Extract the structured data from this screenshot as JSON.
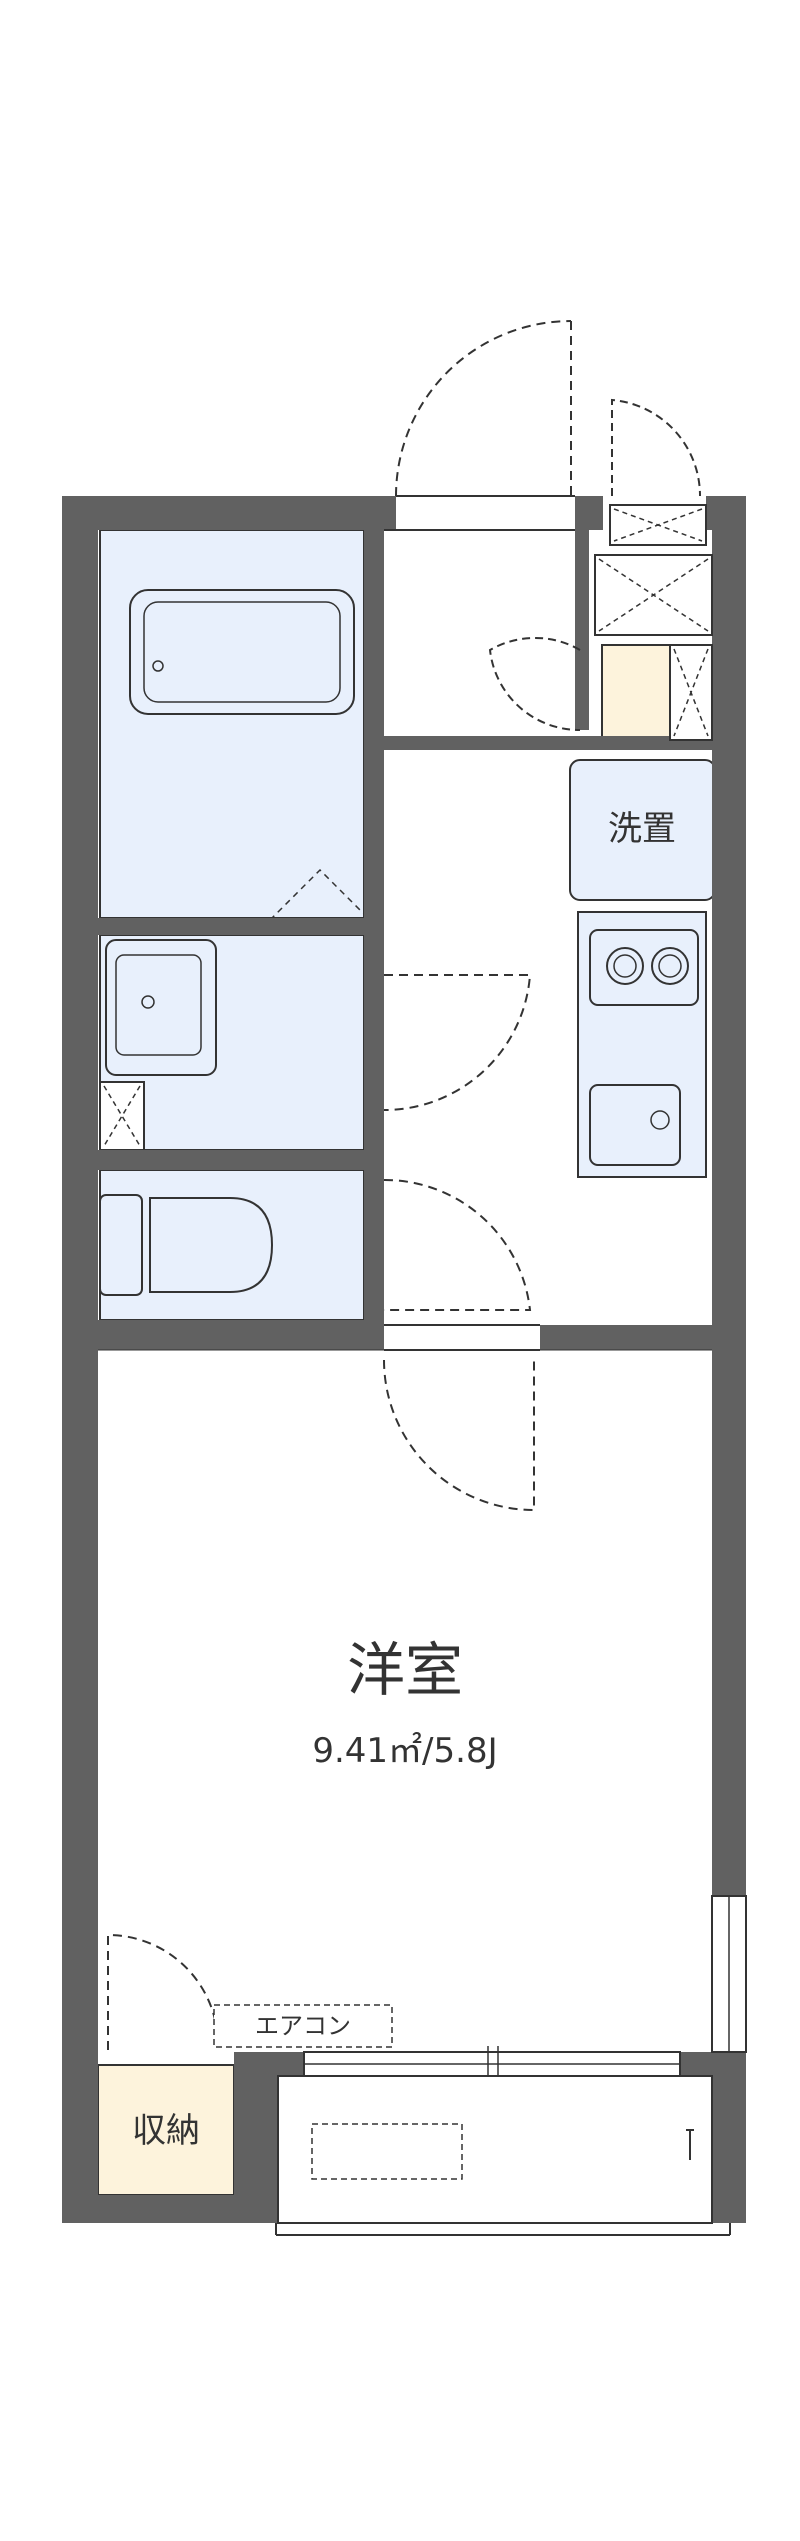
{
  "floorplan": {
    "rooms": {
      "western_room": {
        "label": "洋室",
        "area": "9.41㎡/5.8J"
      },
      "laundry": {
        "label": "洗置"
      },
      "storage": {
        "label": "収納"
      },
      "aircon": {
        "label": "エアコン"
      }
    },
    "colors": {
      "wall": "#616161",
      "wet_area": "#e8f0fc",
      "storage_fill": "#fdf3dc",
      "background": "#ffffff",
      "line": "#333333"
    }
  }
}
